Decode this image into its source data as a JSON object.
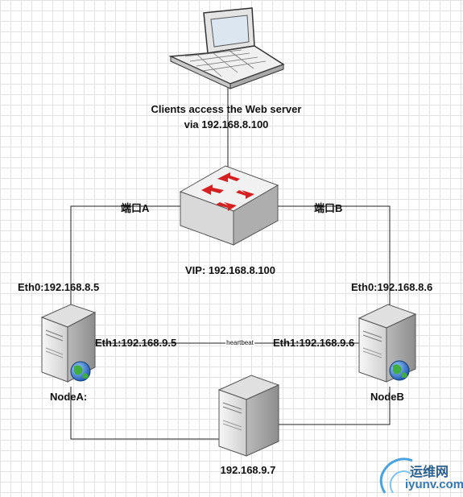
{
  "labels": {
    "clients_line1": "Clients access the Web server",
    "clients_line2": "via 192.168.8.100",
    "port_a": "端口A",
    "port_b": "端口B",
    "vip": "VIP: 192.168.8.100",
    "nodea_eth0": "Eth0:192.168.8.5",
    "nodeb_eth0": "Eth0:192.168.8.6",
    "nodea_eth1": "Eth1:192.168.9.5",
    "nodeb_eth1": "Eth1:192.168.9.6",
    "heartbeat": "heartbeat",
    "nodea_name": "NodeA:",
    "nodeb_name": "NodeB",
    "storage_ip": "192.168.9.7"
  },
  "watermark": {
    "cn": "运维网",
    "en": "iyunv.com"
  },
  "colors": {
    "grid": "#e2e2e2",
    "switch_arrow": "#d42020",
    "globe": "#2a6fc9"
  },
  "icons": [
    "laptop-icon",
    "switch-icon",
    "server-icon",
    "globe-icon"
  ]
}
